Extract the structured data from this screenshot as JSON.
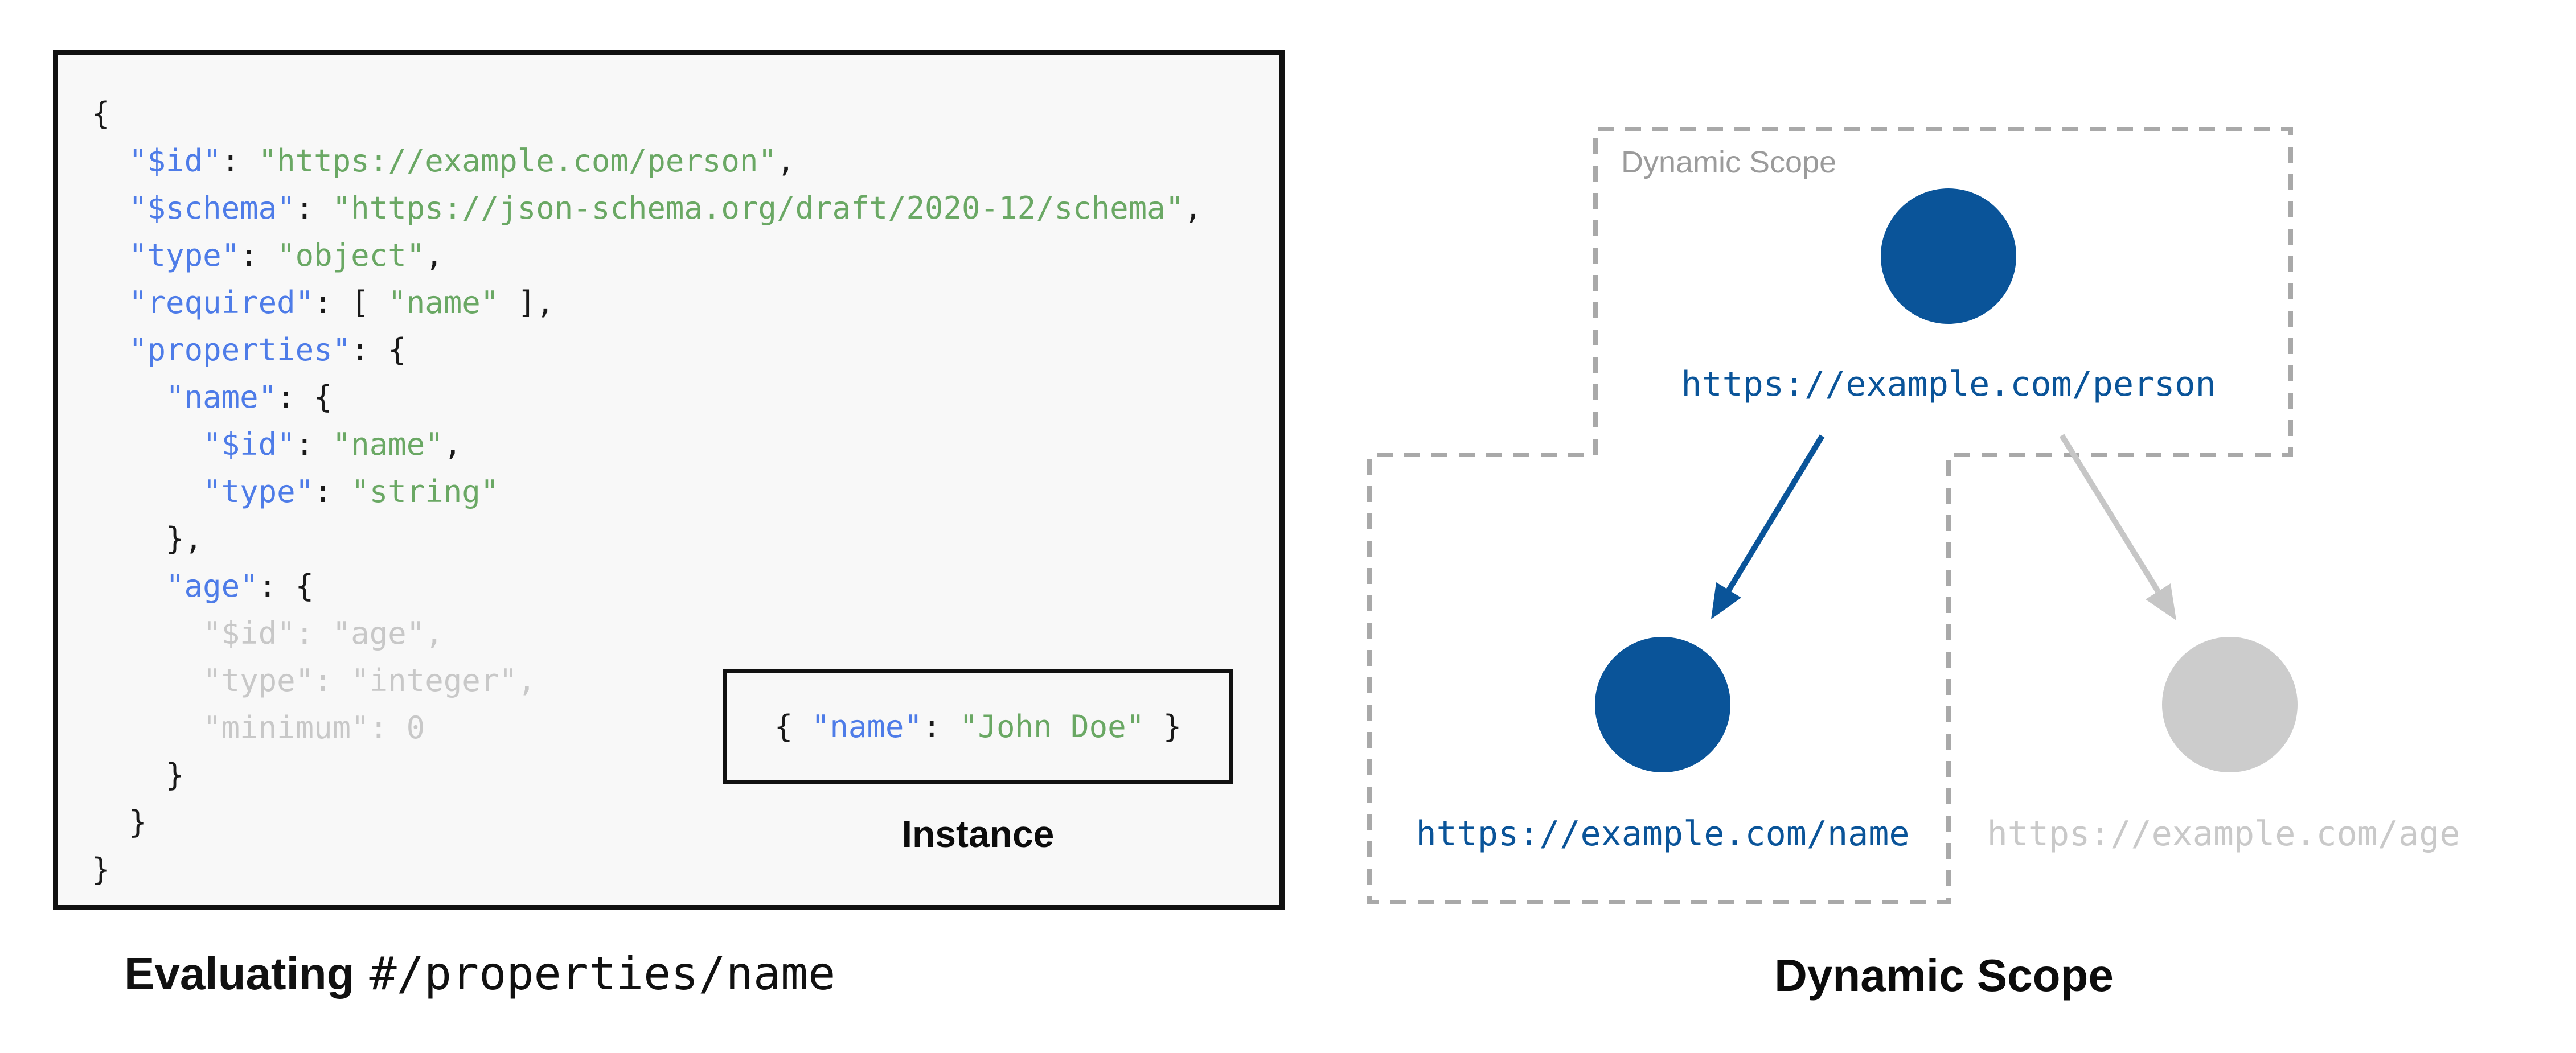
{
  "schema_panel": {
    "code_lines": [
      {
        "segs": [
          {
            "t": "{",
            "c": "p"
          }
        ]
      },
      {
        "segs": [
          {
            "t": "  ",
            "c": "p"
          },
          {
            "t": "\"$id\"",
            "c": "k"
          },
          {
            "t": ": ",
            "c": "p"
          },
          {
            "t": "\"https://example.com/person\"",
            "c": "s"
          },
          {
            "t": ",",
            "c": "p"
          }
        ]
      },
      {
        "segs": [
          {
            "t": "  ",
            "c": "p"
          },
          {
            "t": "\"$schema\"",
            "c": "k"
          },
          {
            "t": ": ",
            "c": "p"
          },
          {
            "t": "\"https://json-schema.org/draft/2020-12/schema\"",
            "c": "s"
          },
          {
            "t": ",",
            "c": "p"
          }
        ]
      },
      {
        "segs": [
          {
            "t": "  ",
            "c": "p"
          },
          {
            "t": "\"type\"",
            "c": "k"
          },
          {
            "t": ": ",
            "c": "p"
          },
          {
            "t": "\"object\"",
            "c": "s"
          },
          {
            "t": ",",
            "c": "p"
          }
        ]
      },
      {
        "segs": [
          {
            "t": "  ",
            "c": "p"
          },
          {
            "t": "\"required\"",
            "c": "k"
          },
          {
            "t": ": [ ",
            "c": "p"
          },
          {
            "t": "\"name\"",
            "c": "s"
          },
          {
            "t": " ],",
            "c": "p"
          }
        ]
      },
      {
        "segs": [
          {
            "t": "  ",
            "c": "p"
          },
          {
            "t": "\"properties\"",
            "c": "k"
          },
          {
            "t": ": {",
            "c": "p"
          }
        ]
      },
      {
        "segs": [
          {
            "t": "    ",
            "c": "p"
          },
          {
            "t": "\"name\"",
            "c": "k"
          },
          {
            "t": ": {",
            "c": "p"
          }
        ]
      },
      {
        "segs": [
          {
            "t": "      ",
            "c": "p"
          },
          {
            "t": "\"$id\"",
            "c": "k"
          },
          {
            "t": ": ",
            "c": "p"
          },
          {
            "t": "\"name\"",
            "c": "s"
          },
          {
            "t": ",",
            "c": "p"
          }
        ]
      },
      {
        "segs": [
          {
            "t": "      ",
            "c": "p"
          },
          {
            "t": "\"type\"",
            "c": "k"
          },
          {
            "t": ": ",
            "c": "p"
          },
          {
            "t": "\"string\"",
            "c": "s"
          }
        ]
      },
      {
        "segs": [
          {
            "t": "    },",
            "c": "p"
          }
        ]
      },
      {
        "segs": [
          {
            "t": "    ",
            "c": "p"
          },
          {
            "t": "\"age\"",
            "c": "k"
          },
          {
            "t": ": {",
            "c": "p"
          }
        ]
      },
      {
        "segs": [
          {
            "t": "      \"$id\": \"age\",",
            "c": "d"
          }
        ]
      },
      {
        "segs": [
          {
            "t": "      \"type\": \"integer\",",
            "c": "d"
          }
        ]
      },
      {
        "segs": [
          {
            "t": "      \"minimum\": 0",
            "c": "d"
          }
        ]
      },
      {
        "segs": [
          {
            "t": "    }",
            "c": "p"
          }
        ]
      },
      {
        "segs": [
          {
            "t": "  }",
            "c": "p"
          }
        ]
      },
      {
        "segs": [
          {
            "t": "}",
            "c": "p"
          }
        ]
      }
    ],
    "instance_box": {
      "segs": [
        {
          "t": "{ ",
          "c": "p"
        },
        {
          "t": "\"name\"",
          "c": "k"
        },
        {
          "t": ": ",
          "c": "p"
        },
        {
          "t": "\"John Doe\"",
          "c": "s"
        },
        {
          "t": " }",
          "c": "p"
        }
      ],
      "label": "Instance"
    },
    "caption": {
      "bold": "Evaluating",
      "mono": "#/properties/name"
    }
  },
  "diagram": {
    "scope_label": "Dynamic Scope",
    "caption": "Dynamic Scope",
    "person_label": "https://example.com/person",
    "name_label": "https://example.com/name",
    "age_label": "https://example.com/age",
    "colors": {
      "active": "#0a5499",
      "active_text": "#0a5499",
      "inactive": "#cccccc",
      "inactive_edge": "#c6c6c6",
      "inactive_text": "#c9c9c9",
      "dash": "#a9a9a9",
      "scope_label": "#9b9b9b"
    }
  },
  "syntax_colors": {
    "key": "#4e7ce8",
    "string": "#6aa864",
    "plain": "#1a1a1a",
    "dim": "#c8c8c8"
  }
}
